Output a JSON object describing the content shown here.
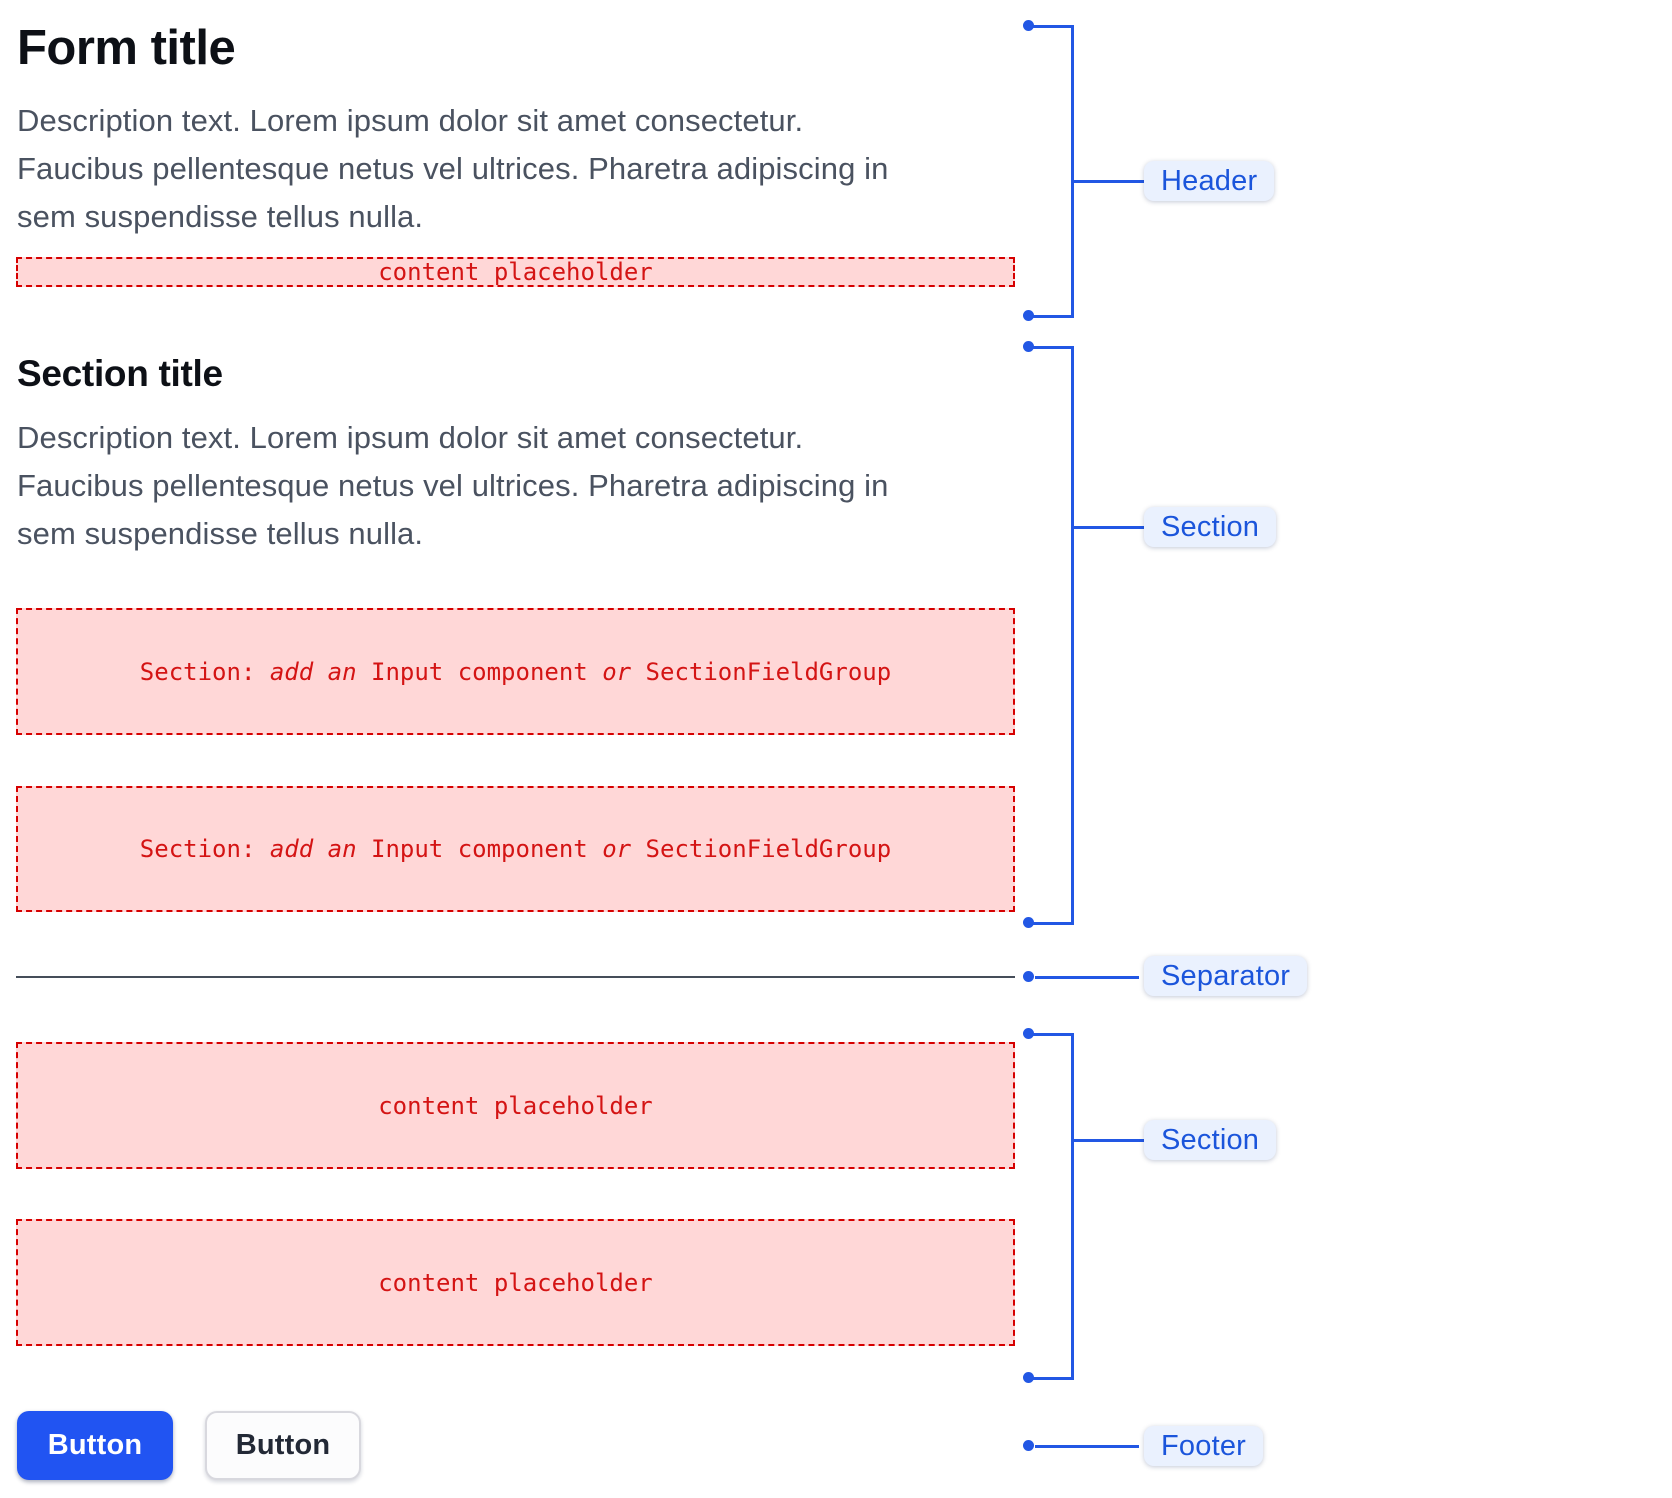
{
  "form": {
    "title": "Form title",
    "description_lines": [
      "Description text. Lorem ipsum dolor sit amet consectetur.",
      "Faucibus pellentesque netus vel ultrices. Pharetra adipiscing in",
      "sem suspendisse tellus nulla."
    ],
    "header_placeholder": "content placeholder"
  },
  "section": {
    "title": "Section title",
    "description_lines": [
      "Description text. Lorem ipsum dolor sit amet consectetur.",
      "Faucibus pellentesque netus vel ultrices. Pharetra adipiscing in",
      "sem suspendisse tellus nulla."
    ],
    "input_box_parts": {
      "p1": "Section: ",
      "p2": "add an",
      "p3": " Input component ",
      "p4": "or",
      "p5": " SectionFieldGroup"
    },
    "content_placeholder": "content placeholder"
  },
  "annotations": {
    "header": "Header",
    "section": "Section",
    "separator": "Separator",
    "footer": "Footer"
  },
  "footer": {
    "primary_label": "Button",
    "secondary_label": "Button"
  },
  "colors": {
    "annotation_blue": "#2257e4",
    "annotation_pill_bg": "#eaf1fe",
    "annotation_pill_text": "#1b55db",
    "placeholder_pink_bg": "#ffd7d7",
    "placeholder_red_border": "#d60000",
    "placeholder_red_text": "#d41414",
    "primary_button_blue": "#2154f2",
    "separator_gray": "#454d59",
    "title_color": "#0d1016",
    "description_gray": "#4a5260"
  }
}
